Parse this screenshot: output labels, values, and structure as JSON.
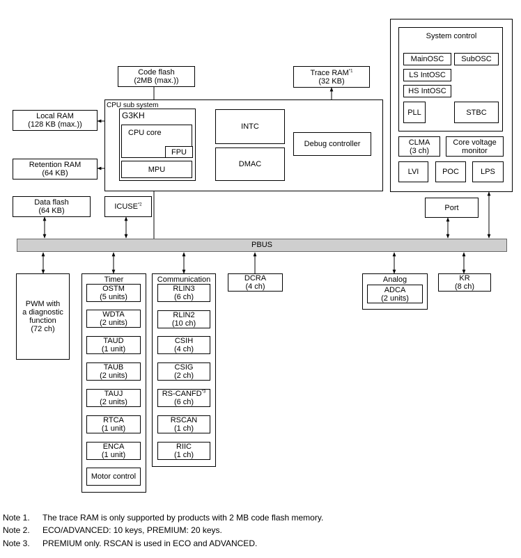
{
  "blocks": {
    "code_flash": [
      "Code flash",
      "(2MB (max.))"
    ],
    "trace_ram_title": "Trace RAM",
    "trace_ram_note": "*1",
    "trace_ram_size": "(32 KB)",
    "local_ram": [
      "Local RAM",
      "(128 KB (max.))"
    ],
    "retention_ram": [
      "Retention RAM",
      "(64 KB)"
    ],
    "data_flash": [
      "Data flash",
      "(64 KB)"
    ],
    "icuse": "ICUSE",
    "icuse_note": "*2",
    "cpu_subsystem": "CPU sub system",
    "g3kh": "G3KH",
    "cpu_core": "CPU core",
    "fpu": "FPU",
    "mpu": "MPU",
    "intc": "INTC",
    "dmac": "DMAC",
    "debug_controller": "Debug controller",
    "pbus": "PBUS",
    "pwm": [
      "PWM with",
      "a diagnostic",
      "function",
      "(72 ch)"
    ],
    "dcra": [
      "DCRA",
      "(4 ch)"
    ],
    "port": "Port",
    "kr": [
      "KR",
      "(8 ch)"
    ]
  },
  "system_control": {
    "title": "System control",
    "items": {
      "mainosc": "MainOSC",
      "subosc": "SubOSC",
      "ls_intosc": "LS IntOSC",
      "hs_intosc": "HS IntOSC",
      "pll": "PLL",
      "stbc": "STBC",
      "clma": [
        "CLMA",
        "(3 ch)"
      ],
      "core_voltage_monitor": [
        "Core voltage",
        "monitor"
      ],
      "lvi": "LVI",
      "poc": "POC",
      "lps": "LPS"
    }
  },
  "timer": {
    "title": "Timer",
    "items": [
      [
        "OSTM",
        "(5 units)"
      ],
      [
        "WDTA",
        "(2 units)"
      ],
      [
        "TAUD",
        "(1 unit)"
      ],
      [
        "TAUB",
        "(2 units)"
      ],
      [
        "TAUJ",
        "(2 units)"
      ],
      [
        "RTCA",
        "(1 unit)"
      ],
      [
        "ENCA",
        "(1 unit)"
      ]
    ],
    "motor_control": "Motor control"
  },
  "communication": {
    "title": "Communication",
    "items": [
      [
        "RLIN3",
        "(6 ch)"
      ],
      [
        "RLIN2",
        "(10 ch)"
      ],
      [
        "CSIH",
        "(4 ch)"
      ],
      [
        "CSIG",
        "(2 ch)"
      ],
      [
        "RS-CANFD",
        "(6 ch)"
      ],
      [
        "RSCAN",
        "(1 ch)"
      ],
      [
        "RIIC",
        "(1 ch)"
      ]
    ],
    "rscanfd_note": "*3"
  },
  "analog": {
    "title": "Analog",
    "adca": [
      "ADCA",
      "(2 units)"
    ]
  },
  "notes": [
    {
      "label": "Note 1.",
      "text": "The trace RAM is only supported by products with 2 MB code flash memory."
    },
    {
      "label": "Note 2.",
      "text": "ECO/ADVANCED: 10 keys, PREMIUM: 20 keys."
    },
    {
      "label": "Note 3.",
      "text": "PREMIUM only. RSCAN is used in ECO and ADVANCED."
    }
  ]
}
